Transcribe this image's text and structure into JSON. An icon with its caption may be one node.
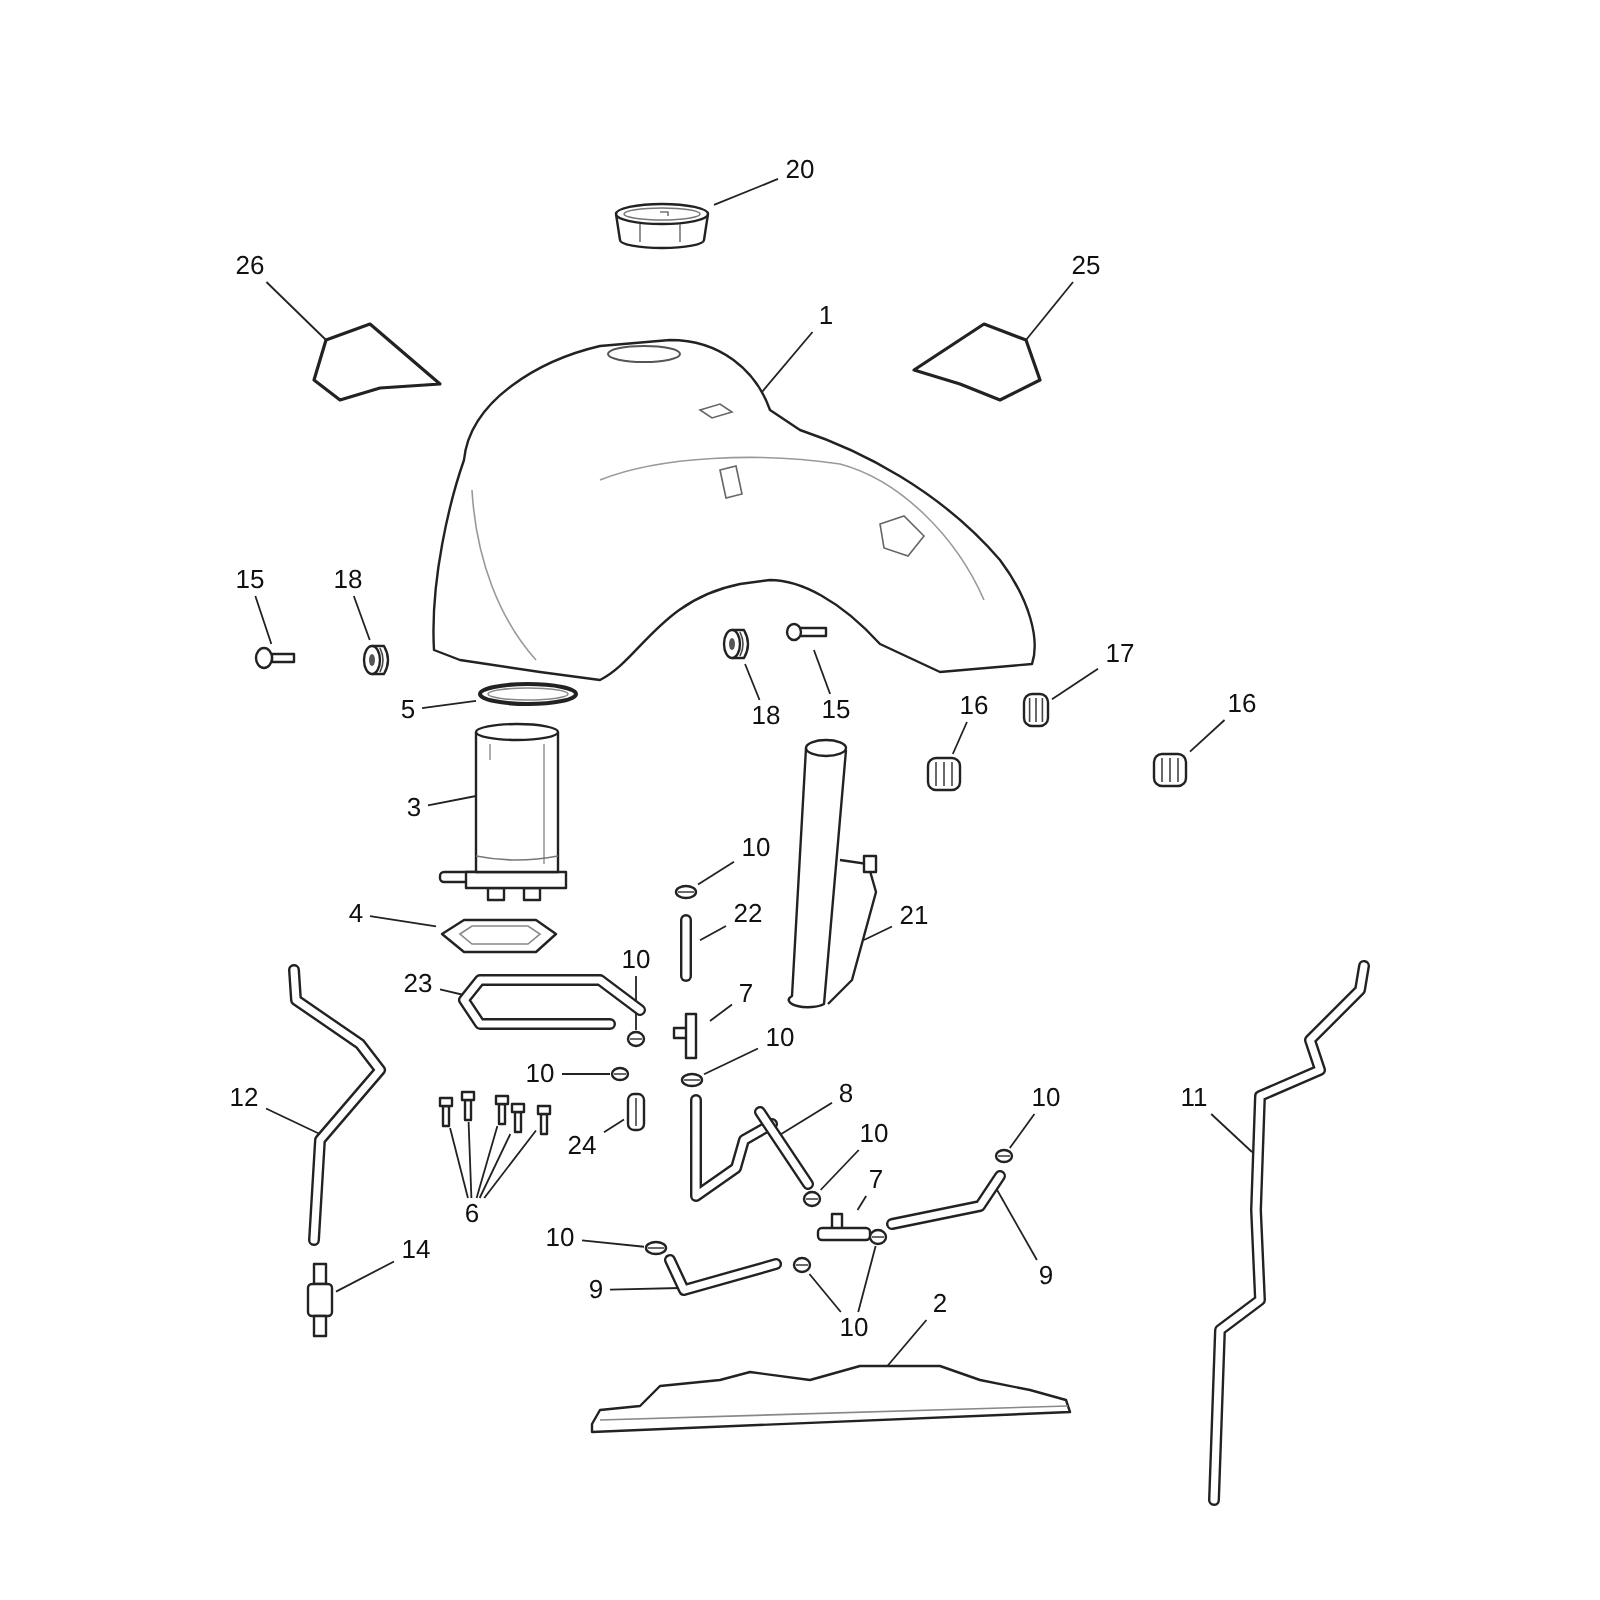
{
  "diagram": {
    "nodes": [
      {
        "text": [
          "20"
        ]
      },
      {
        "text": [],
        "shape": "picture"
      },
      {
        "text": [
          "26"
        ]
      },
      {
        "text": [],
        "shape": "picture"
      },
      {
        "text": [
          "25"
        ]
      },
      {
        "text": [],
        "shape": "picture"
      },
      {
        "text": [
          "1"
        ]
      },
      {
        "text": [],
        "shape": "picture"
      },
      {
        "text": [
          "15"
        ]
      },
      {
        "text": [],
        "shape": "picture"
      },
      {
        "text": [
          "18"
        ]
      },
      {
        "text": [],
        "shape": "picture"
      },
      {
        "text": [
          "18"
        ]
      },
      {
        "text": [],
        "shape": "picture"
      },
      {
        "text": [
          "15"
        ]
      },
      {
        "text": [],
        "shape": "picture"
      },
      {
        "text": [
          "5"
        ]
      },
      {
        "text": [],
        "shape": "picture"
      },
      {
        "text": [
          "17"
        ]
      },
      {
        "text": [],
        "shape": "picture"
      },
      {
        "text": [
          "16"
        ]
      },
      {
        "text": [],
        "shape": "picture"
      },
      {
        "text": [
          "16"
        ]
      },
      {
        "text": [],
        "shape": "picture"
      },
      {
        "text": [
          "3"
        ]
      },
      {
        "text": [],
        "shape": "picture"
      },
      {
        "text": [
          "10"
        ]
      },
      {
        "text": [],
        "shape": "picture"
      },
      {
        "text": [
          "4"
        ]
      },
      {
        "text": [],
        "shape": "picture"
      },
      {
        "text": [
          "22"
        ]
      },
      {
        "text": [],
        "shape": "picture"
      },
      {
        "text": [
          "21"
        ]
      },
      {
        "text": [],
        "shape": "picture"
      },
      {
        "text": [
          "10"
        ]
      },
      {
        "text": [],
        "shape": "picture"
      },
      {
        "text": [
          "23"
        ]
      },
      {
        "text": [],
        "shape": "picture"
      },
      {
        "text": [
          "7"
        ]
      },
      {
        "text": [],
        "shape": "picture"
      },
      {
        "text": [
          "10"
        ]
      },
      {
        "text": [],
        "shape": "picture"
      },
      {
        "text": [
          "10"
        ]
      },
      {
        "text": [],
        "shape": "picture"
      },
      {
        "text": [
          "12"
        ]
      },
      {
        "text": [],
        "shape": "picture"
      },
      {
        "text": [
          "11"
        ]
      },
      {
        "text": [],
        "shape": "picture"
      },
      {
        "text": [
          "8"
        ]
      },
      {
        "text": [],
        "shape": "picture"
      },
      {
        "text": [
          "24"
        ]
      },
      {
        "text": [],
        "shape": "picture"
      },
      {
        "text": [
          "10"
        ]
      },
      {
        "text": [],
        "shape": "picture"
      },
      {
        "text": [
          "10"
        ]
      },
      {
        "text": [],
        "shape": "picture"
      },
      {
        "text": [
          "7"
        ]
      },
      {
        "text": [],
        "shape": "picture"
      },
      {
        "text": [],
        "shape": "picture"
      },
      {
        "text": [],
        "shape": "picture"
      },
      {
        "text": [],
        "shape": "picture"
      },
      {
        "text": [],
        "shape": "picture"
      },
      {
        "text": [],
        "shape": "picture"
      },
      {
        "text": [
          "6"
        ]
      },
      {
        "text": [
          "10"
        ]
      },
      {
        "text": [],
        "shape": "picture"
      },
      {
        "text": [
          "14"
        ]
      },
      {
        "text": [],
        "shape": "picture"
      },
      {
        "text": [
          "9"
        ]
      },
      {
        "text": [],
        "shape": "picture"
      },
      {
        "text": [
          "9"
        ]
      },
      {
        "text": [],
        "shape": "picture"
      },
      {
        "text": [],
        "shape": "picture"
      },
      {
        "text": [],
        "shape": "picture"
      },
      {
        "text": [
          "10"
        ]
      },
      {
        "text": [
          "2"
        ]
      },
      {
        "text": [],
        "shape": "picture"
      }
    ],
    "edges": [
      {
        "from": 0,
        "to": 1,
        "arrow": "none"
      },
      {
        "from": 2,
        "to": 3,
        "arrow": "none"
      },
      {
        "from": 4,
        "to": 5,
        "arrow": "none"
      },
      {
        "from": 6,
        "to": 7,
        "arrow": "none"
      },
      {
        "from": 8,
        "to": 9,
        "arrow": "none"
      },
      {
        "from": 10,
        "to": 11,
        "arrow": "none"
      },
      {
        "from": 12,
        "to": 13,
        "arrow": "none"
      },
      {
        "from": 14,
        "to": 15,
        "arrow": "none"
      },
      {
        "from": 16,
        "to": 17,
        "arrow": "none"
      },
      {
        "from": 18,
        "to": 19,
        "arrow": "none"
      },
      {
        "from": 20,
        "to": 21,
        "arrow": "none"
      },
      {
        "from": 22,
        "to": 23,
        "arrow": "none"
      },
      {
        "from": 24,
        "to": 25,
        "arrow": "none"
      },
      {
        "from": 26,
        "to": 27,
        "arrow": "none"
      },
      {
        "from": 28,
        "to": 29,
        "arrow": "none"
      },
      {
        "from": 30,
        "to": 31,
        "arrow": "none"
      },
      {
        "from": 32,
        "to": 33,
        "arrow": "none"
      },
      {
        "from": 34,
        "to": 35,
        "arrow": "none"
      },
      {
        "from": 36,
        "to": 37,
        "arrow": "none"
      },
      {
        "from": 38,
        "to": 39,
        "arrow": "none"
      },
      {
        "from": 40,
        "to": 41,
        "arrow": "none"
      },
      {
        "from": 42,
        "to": 43,
        "arrow": "none"
      },
      {
        "from": 44,
        "to": 45,
        "arrow": "none"
      },
      {
        "from": 46,
        "to": 47,
        "arrow": "none"
      },
      {
        "from": 48,
        "to": 49,
        "arrow": "none"
      },
      {
        "from": 50,
        "to": 51,
        "arrow": "none"
      },
      {
        "from": 52,
        "to": 53,
        "arrow": "none"
      },
      {
        "from": 54,
        "to": 55,
        "arrow": "none"
      },
      {
        "from": 56,
        "to": 57,
        "arrow": "none"
      },
      {
        "from": 63,
        "to": 58,
        "arrow": "none"
      },
      {
        "from": 63,
        "to": 59,
        "arrow": "none"
      },
      {
        "from": 63,
        "to": 60,
        "arrow": "none"
      },
      {
        "from": 63,
        "to": 61,
        "arrow": "none"
      },
      {
        "from": 63,
        "to": 62,
        "arrow": "none"
      },
      {
        "from": 64,
        "to": 65,
        "arrow": "none"
      },
      {
        "from": 66,
        "to": 67,
        "arrow": "none"
      },
      {
        "from": 68,
        "to": 69,
        "arrow": "none"
      },
      {
        "from": 70,
        "to": 71,
        "arrow": "none"
      },
      {
        "from": 74,
        "to": 72,
        "arrow": "none"
      },
      {
        "from": 74,
        "to": 73,
        "arrow": "none"
      },
      {
        "from": 75,
        "to": 76,
        "arrow": "none"
      }
    ]
  }
}
